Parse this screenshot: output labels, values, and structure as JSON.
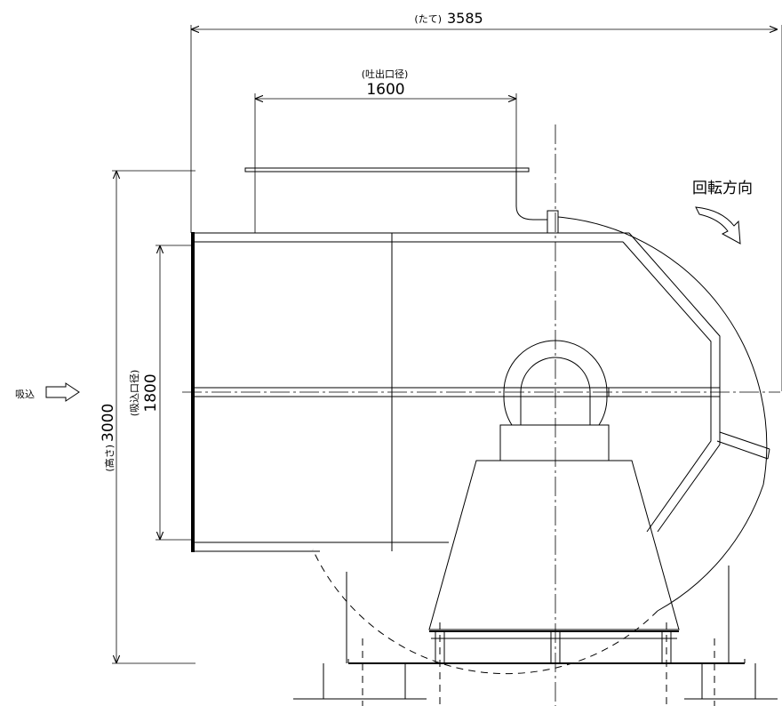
{
  "dimensions": {
    "width_label": "(たて)",
    "width_value": "3585",
    "outlet_label": "(吐出口径)",
    "outlet_value": "1600",
    "inlet_label": "(吸込口径)",
    "inlet_value": "1800",
    "height_label": "(高さ)",
    "height_value": "3000"
  },
  "annotations": {
    "suction": "吸込",
    "rotation": "回転方向"
  }
}
